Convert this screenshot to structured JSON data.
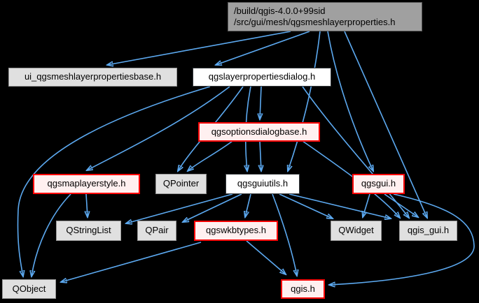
{
  "graph": {
    "background_color": "#000000",
    "edge_color": "#5ca9f0",
    "node_border_red": "#fd0000",
    "node_fill_red": "#fff0f0",
    "node_fill_gray": "#e0e0e0",
    "node_fill_current": "#a0a0a0",
    "nodes": {
      "root": {
        "line1": "/build/qgis-4.0.0+99sid",
        "line2": "/src/gui/mesh/qgsmeshlayerproperties.h",
        "type": "current"
      },
      "ui_base": {
        "label": "ui_qgsmeshlayerpropertiesbase.h",
        "type": "gray"
      },
      "dialog": {
        "label": "qgslayerpropertiesdialog.h",
        "type": "plain"
      },
      "optionsbase": {
        "label": "qgsoptionsdialogbase.h",
        "type": "red"
      },
      "maplayerstyle": {
        "label": "qgsmaplayerstyle.h",
        "type": "red"
      },
      "qpointer": {
        "label": "QPointer",
        "type": "gray"
      },
      "guiutils": {
        "label": "qgsguiutils.h",
        "type": "plain"
      },
      "qgsgui": {
        "label": "qgsgui.h",
        "type": "red"
      },
      "qstringlist": {
        "label": "QStringList",
        "type": "gray"
      },
      "qpair": {
        "label": "QPair",
        "type": "gray"
      },
      "wkbtypes": {
        "label": "qgswkbtypes.h",
        "type": "red"
      },
      "qwidget": {
        "label": "QWidget",
        "type": "gray"
      },
      "qgis_gui": {
        "label": "qgis_gui.h",
        "type": "gray"
      },
      "qobject": {
        "label": "QObject",
        "type": "gray"
      },
      "qgis": {
        "label": "qgis.h",
        "type": "red"
      }
    },
    "edges": [
      {
        "from": "root",
        "to": "ui_base"
      },
      {
        "from": "root",
        "to": "dialog"
      },
      {
        "from": "root",
        "to": "guiutils"
      },
      {
        "from": "root",
        "to": "qgsgui"
      },
      {
        "from": "root",
        "to": "qgis_gui"
      },
      {
        "from": "dialog",
        "to": "maplayerstyle"
      },
      {
        "from": "dialog",
        "to": "qpointer"
      },
      {
        "from": "dialog",
        "to": "optionsbase"
      },
      {
        "from": "dialog",
        "to": "guiutils"
      },
      {
        "from": "dialog",
        "to": "qgis_gui"
      },
      {
        "from": "dialog",
        "to": "qobject"
      },
      {
        "from": "optionsbase",
        "to": "qpointer"
      },
      {
        "from": "optionsbase",
        "to": "guiutils"
      },
      {
        "from": "optionsbase",
        "to": "qgis_gui"
      },
      {
        "from": "maplayerstyle",
        "to": "qstringlist"
      },
      {
        "from": "maplayerstyle",
        "to": "qobject"
      },
      {
        "from": "guiutils",
        "to": "qstringlist"
      },
      {
        "from": "guiutils",
        "to": "qpair"
      },
      {
        "from": "guiutils",
        "to": "wkbtypes"
      },
      {
        "from": "guiutils",
        "to": "qwidget"
      },
      {
        "from": "guiutils",
        "to": "qgis_gui"
      },
      {
        "from": "guiutils",
        "to": "qgis"
      },
      {
        "from": "qgsgui",
        "to": "qwidget"
      },
      {
        "from": "qgsgui",
        "to": "qgis_gui"
      },
      {
        "from": "qgsgui",
        "to": "qgis"
      },
      {
        "from": "wkbtypes",
        "to": "qgis"
      },
      {
        "from": "wkbtypes",
        "to": "qobject"
      }
    ]
  }
}
